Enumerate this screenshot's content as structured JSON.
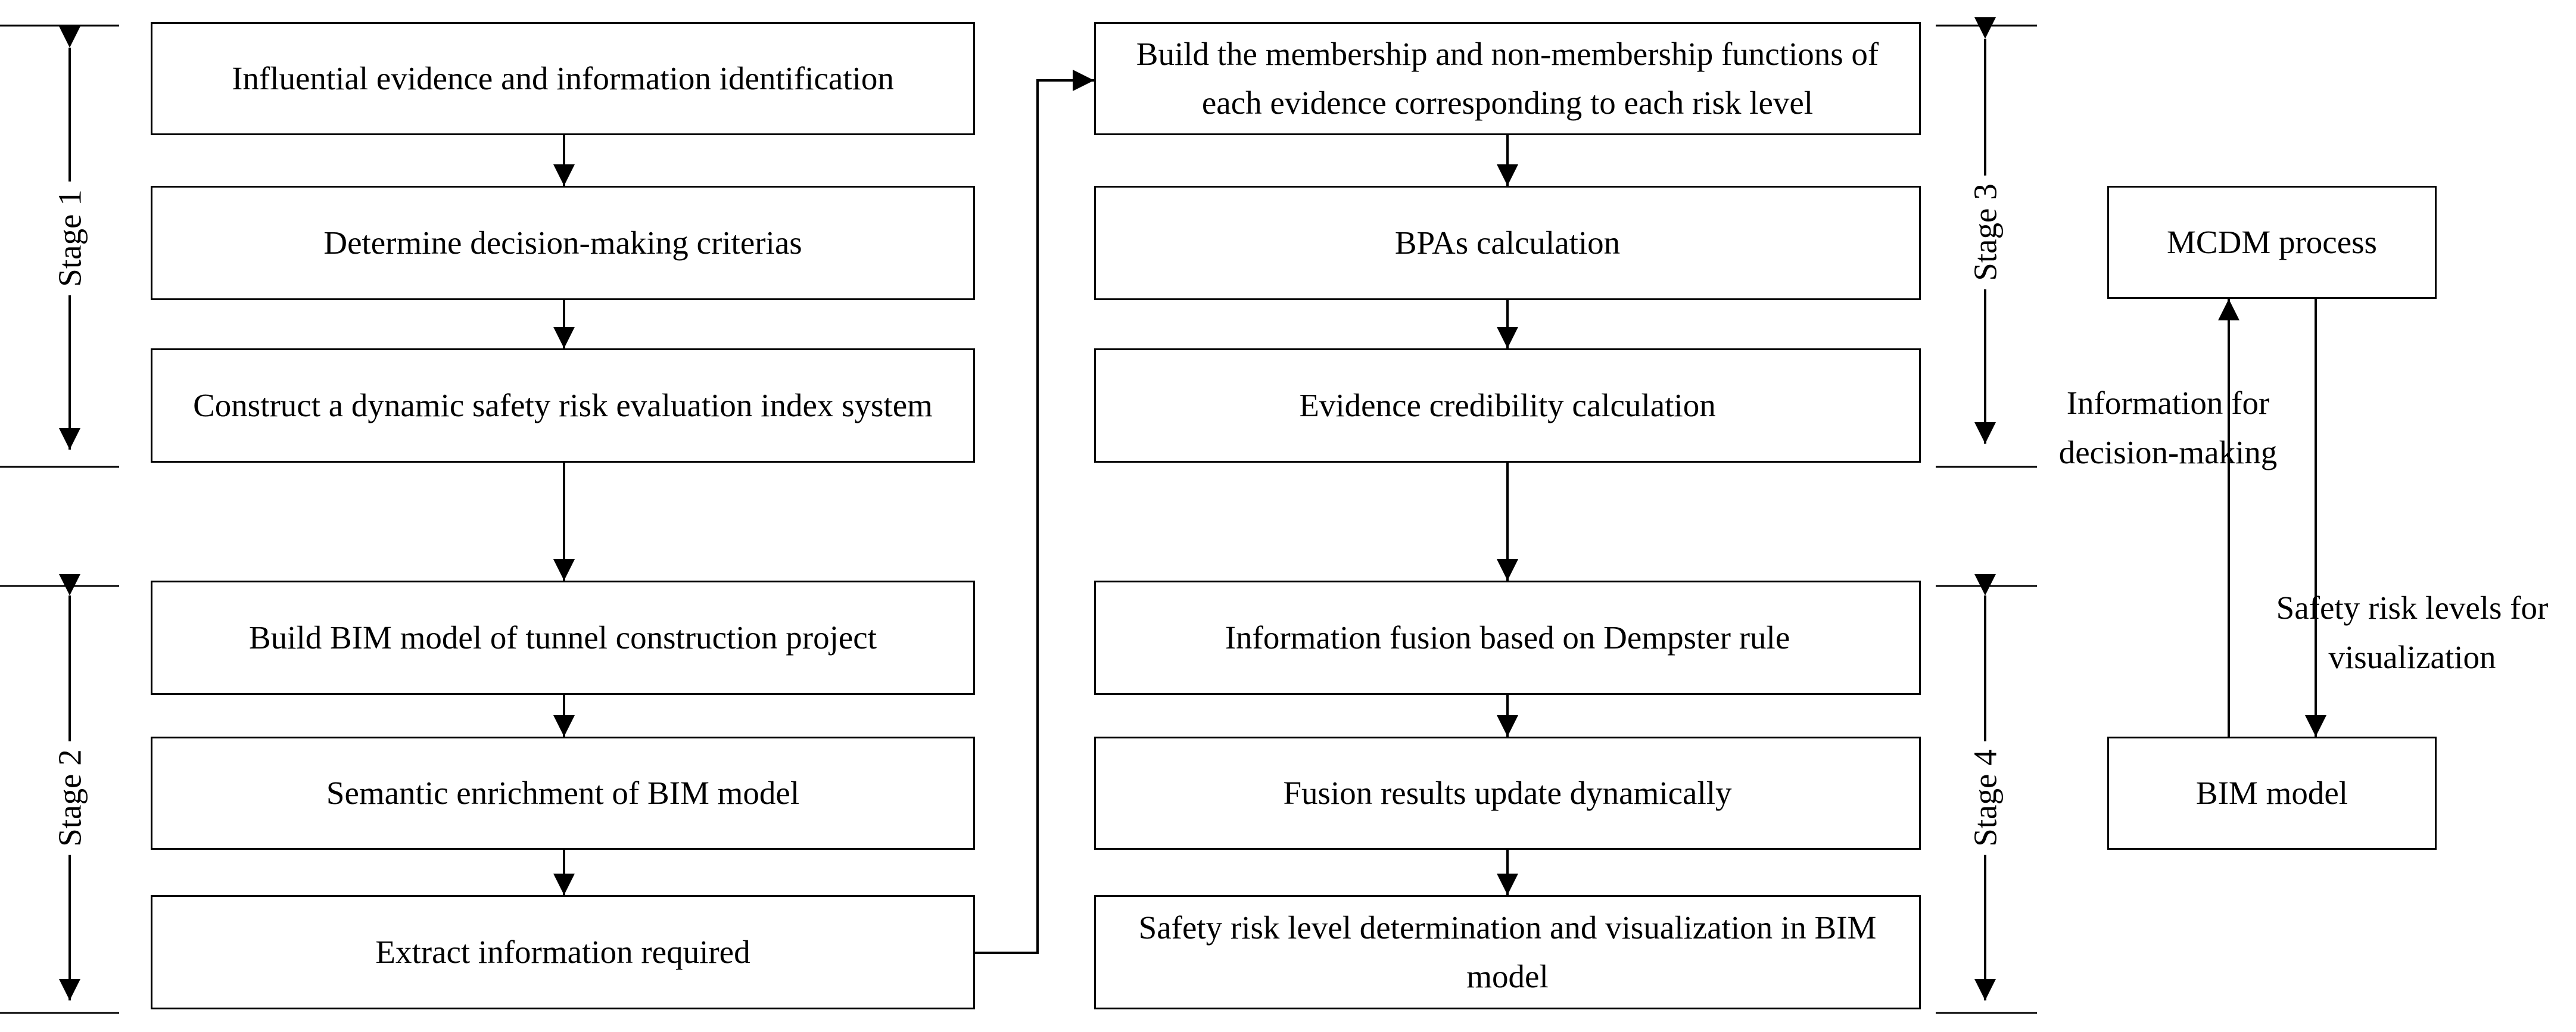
{
  "column1": {
    "influential": "Influential evidence and information identification",
    "criteria": "Determine decision-making criterias",
    "index_system": "Construct a dynamic safety risk evaluation index system",
    "bim_build": "Build BIM model of tunnel construction project",
    "semantic": "Semantic enrichment of BIM model",
    "extract": "Extract information required"
  },
  "column2": {
    "membership": "Build the membership and non-membership functions of each evidence corresponding to each risk level",
    "bpas": "BPAs calculation",
    "credibility": "Evidence credibility calculation",
    "fusion": "Information fusion based on Dempster rule",
    "update": "Fusion results update dynamically",
    "determination": "Safety risk level determination and visualization in BIM model"
  },
  "column3": {
    "mcdm": "MCDM process",
    "bim": "BIM model",
    "info_label_1": "Information for",
    "info_label_2": "decision-making",
    "safety_label_1": "Safety risk levels for",
    "safety_label_2": "visualization"
  },
  "stages": {
    "stage1": "Stage 1",
    "stage2": "Stage 2",
    "stage3": "Stage 3",
    "stage4": "Stage 4"
  }
}
